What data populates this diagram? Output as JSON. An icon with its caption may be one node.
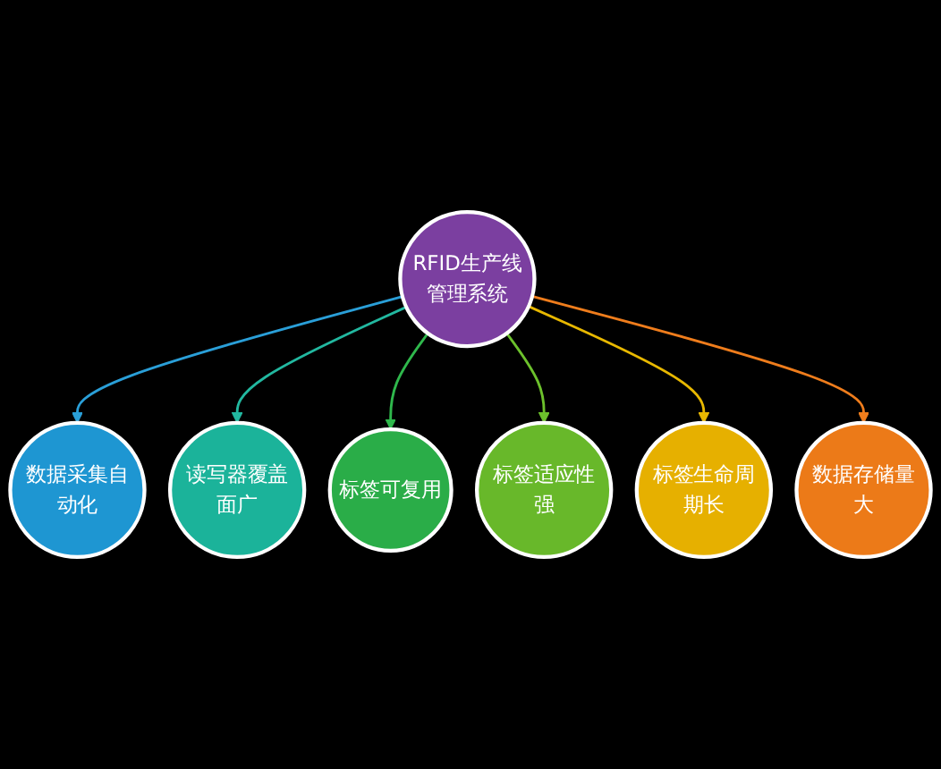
{
  "diagram": {
    "nodes": [
      {
        "text": [
          "RFID生产线管理系统"
        ]
      },
      {
        "text": [
          "数据采集自动化"
        ]
      },
      {
        "text": [
          "读写器覆盖面广"
        ]
      },
      {
        "text": [
          "标签可复用"
        ]
      },
      {
        "text": [
          "标签适应性强"
        ]
      },
      {
        "text": [
          "标签生命周期长"
        ]
      },
      {
        "text": [
          "数据存储量大"
        ]
      }
    ],
    "edges": [
      {
        "from": 0,
        "to": 1,
        "arrow": "to",
        "color": "#2a9fd8"
      },
      {
        "from": 0,
        "to": 2,
        "arrow": "to",
        "color": "#22b8a0"
      },
      {
        "from": 0,
        "to": 3,
        "arrow": "to",
        "color": "#2fb84c"
      },
      {
        "from": 0,
        "to": 4,
        "arrow": "to",
        "color": "#6cc12c"
      },
      {
        "from": 0,
        "to": 5,
        "arrow": "to",
        "color": "#e8b800"
      },
      {
        "from": 0,
        "to": 6,
        "arrow": "to",
        "color": "#ef7d1c"
      }
    ]
  }
}
